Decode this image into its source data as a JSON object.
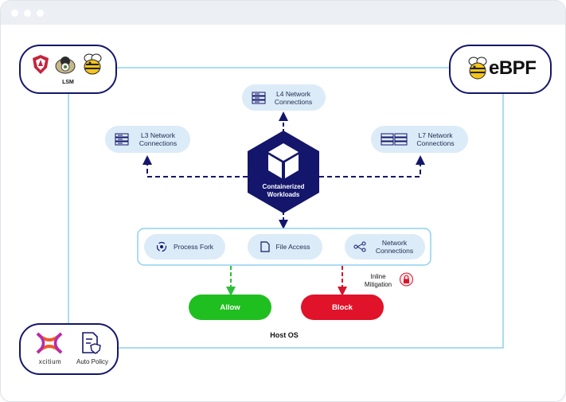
{
  "window": {
    "title_dots": 3
  },
  "top_left_card": {
    "label": "LSM",
    "icons": [
      "shield-icon",
      "penguin-badge-icon",
      "bee-icon"
    ]
  },
  "top_right_card": {
    "label": "eBPF",
    "icons": [
      "bee-icon"
    ]
  },
  "bottom_left_card": {
    "brand": "xcitium",
    "policy_label": "Auto Policy",
    "icons": [
      "xcitium-logo-icon",
      "policy-document-icon"
    ]
  },
  "center": {
    "label": "Containerized Workloads",
    "icon": "cube-icon",
    "color": "#14166b"
  },
  "nodes": {
    "l3": {
      "label": "L3 Network Connections",
      "icon": "server-rack-icon"
    },
    "l4": {
      "label": "L4 Network Connections",
      "icon": "server-rack-icon"
    },
    "l7": {
      "label": "L7 Network Connections",
      "icon": "server-rack-icon"
    }
  },
  "events": [
    {
      "label": "Process Fork",
      "icon": "process-fork-icon"
    },
    {
      "label": "File Access",
      "icon": "file-icon"
    },
    {
      "label": "Network Connections",
      "icon": "network-nodes-icon"
    }
  ],
  "inline_mitigation": {
    "label": "Inline Mitigation",
    "icon": "lock-icon"
  },
  "actions": {
    "allow": {
      "label": "Allow",
      "color": "#1fbf1f"
    },
    "block": {
      "label": "Block",
      "color": "#e0132a"
    }
  },
  "host_os": {
    "label": "Host OS"
  },
  "colors": {
    "border": "#8fd0ef",
    "navy": "#14166b",
    "pill": "#dcebf8",
    "allow_line": "#2dbf3a",
    "block_line": "#d6162d"
  }
}
